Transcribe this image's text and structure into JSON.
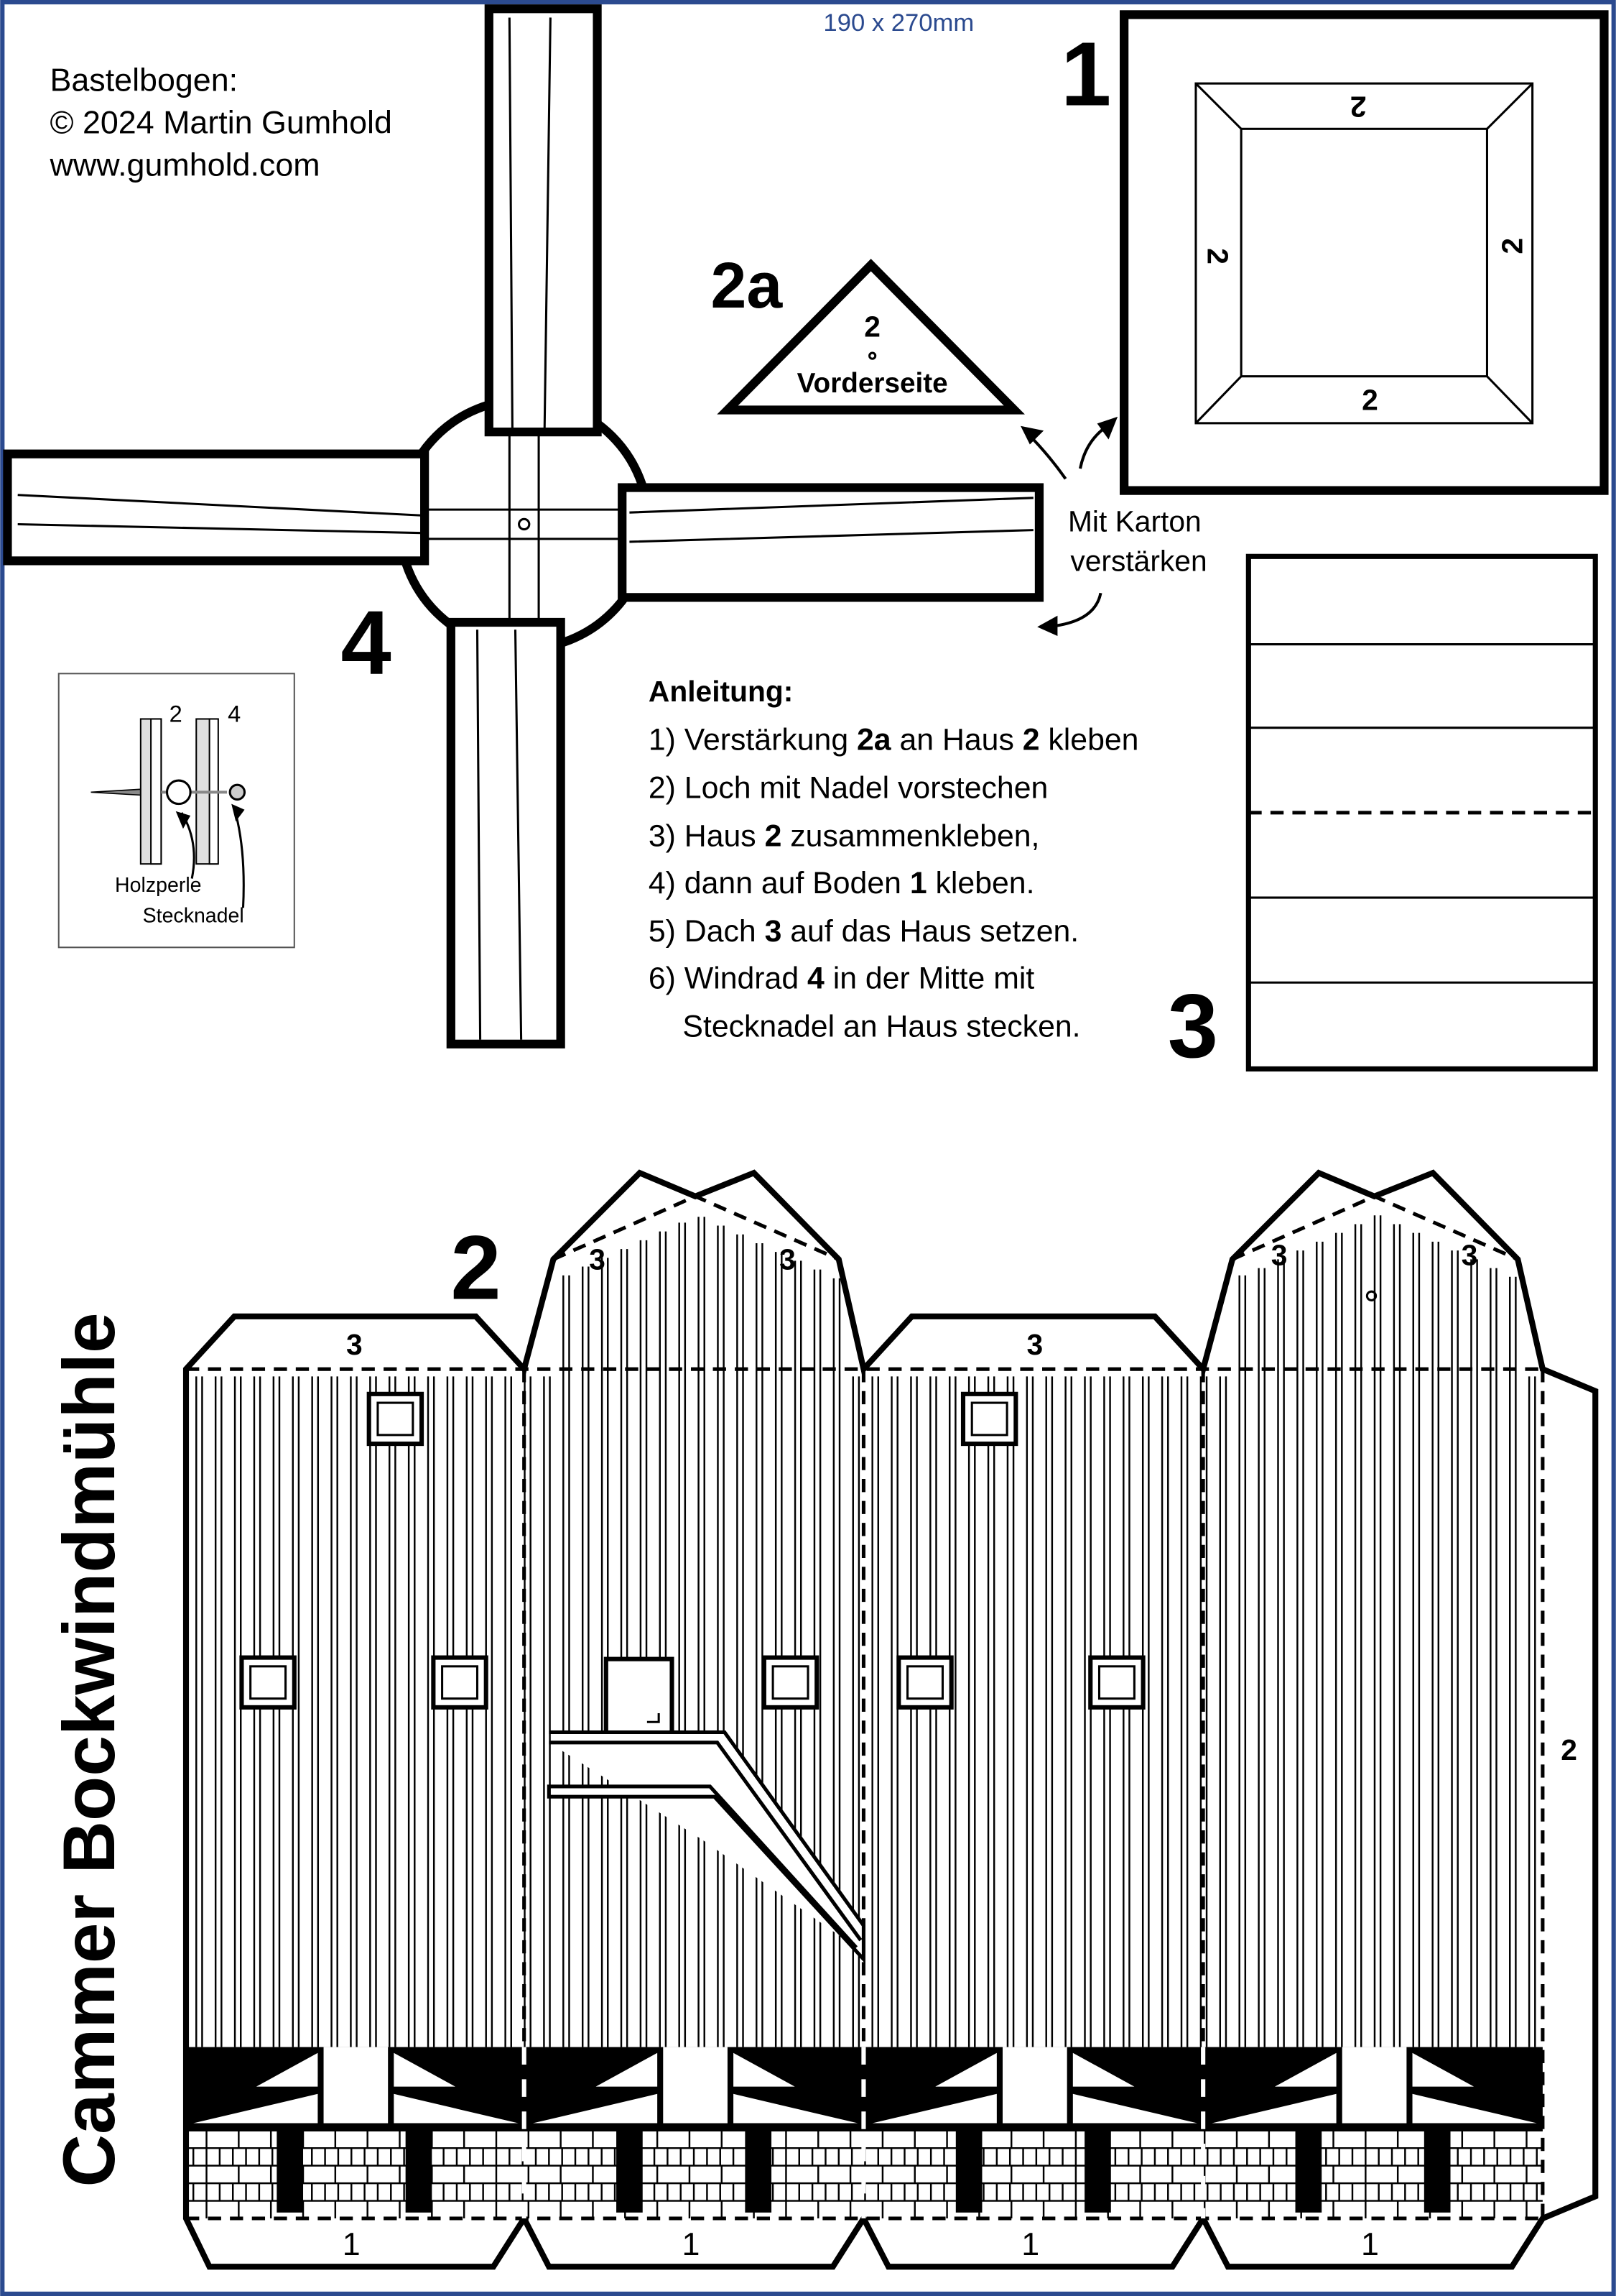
{
  "sheet": {
    "format": "190 x 270mm",
    "credits": [
      "Bastelbogen:",
      "© 2024 Martin Gumhold",
      "www.gumhold.com"
    ],
    "title": "Cammer Bockwindmühle",
    "border_color": "#2b4a8f"
  },
  "parts": {
    "p1": {
      "number": "1",
      "label": "2"
    },
    "p2a": {
      "number": "2a",
      "label": "2",
      "face": "Vorderseite"
    },
    "p2": {
      "number": "2",
      "roof_tab": "3",
      "floor_tab": "1",
      "side_tab": "2"
    },
    "p3": {
      "number": "3"
    },
    "p4": {
      "number": "4"
    }
  },
  "reinforce_note": [
    "Mit Karton",
    "verstärken"
  ],
  "legend": {
    "n2": "2",
    "n4": "4",
    "bead": "Holzperle",
    "pin": "Stecknadel"
  },
  "instructions": {
    "heading": "Anleitung:",
    "steps": [
      {
        "pre": "1) Verstärkung ",
        "b1": "2a",
        "mid": " an Haus ",
        "b2": "2",
        "post": " kleben"
      },
      {
        "pre": "2) Loch mit Nadel vorstechen"
      },
      {
        "pre": "3) Haus ",
        "b1": "2",
        "mid": " zusammenkleben,"
      },
      {
        "pre": "4) dann auf Boden ",
        "b1": "1",
        "mid": " kleben."
      },
      {
        "pre": "5) Dach ",
        "b1": "3",
        "mid": " auf das Haus setzen."
      },
      {
        "pre": "6) Windrad ",
        "b1": "4",
        "mid": " in der Mitte mit"
      },
      {
        "pre": "    Stecknadel an Haus stecken."
      }
    ]
  }
}
